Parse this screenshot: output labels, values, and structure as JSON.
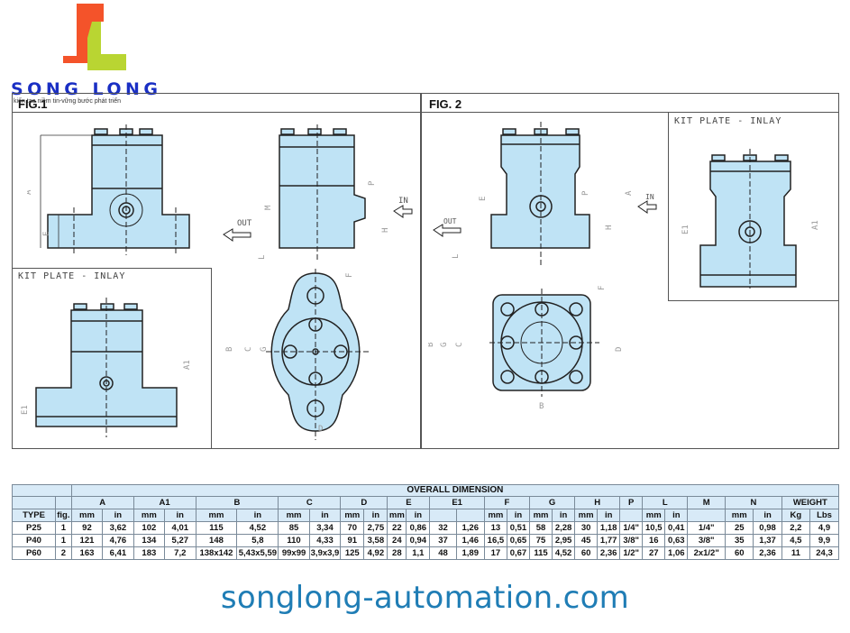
{
  "logo": {
    "brand_name": "SONG LONG",
    "slogan": "kiến tạo niềm tin-vững bước phát triển",
    "colors": {
      "orange": "#f4532a",
      "green": "#b9d532",
      "blue": "#1a2fc4"
    }
  },
  "drawing": {
    "fig1_title": "FIG.1",
    "fig2_title": "FIG. 2",
    "kit_plate_label": "KIT PLATE - INLAY",
    "fill_color": "#bfe3f5",
    "labels": {
      "A": "A",
      "A1": "A1",
      "B": "B",
      "C": "C",
      "D": "D",
      "E": "E",
      "E1": "E1",
      "F": "F",
      "G": "G",
      "H": "H",
      "L": "L",
      "M": "M",
      "P": "P",
      "in": "IN",
      "out": "OUT"
    }
  },
  "table": {
    "title": "OVERALL DIMENSION",
    "group_headers": [
      "A",
      "A1",
      "B",
      "C",
      "D",
      "E",
      "E1",
      "F",
      "G",
      "H",
      "P",
      "L",
      "M",
      "N",
      "WEIGHT"
    ],
    "type_label": "TYPE",
    "fig_label": "fig.",
    "unit_headers": [
      "mm",
      "in",
      "mm",
      "in",
      "mm",
      "in",
      "mm",
      "in",
      "mm",
      "in",
      "mm",
      "in",
      "",
      "",
      "mm",
      "in",
      "mm",
      "in",
      "mm",
      "in",
      "",
      "mm",
      "in",
      "",
      "mm",
      "in",
      "Kg",
      "Lbs"
    ],
    "rows": [
      {
        "type": "P25",
        "fig": "1",
        "values": [
          "92",
          "3,62",
          "102",
          "4,01",
          "115",
          "4,52",
          "85",
          "3,34",
          "70",
          "2,75",
          "22",
          "0,86",
          "32",
          "1,26",
          "13",
          "0,51",
          "58",
          "2,28",
          "30",
          "1,18",
          "1/4\"",
          "10,5",
          "0,41",
          "1/4\"",
          "25",
          "0,98",
          "2,2",
          "4,9"
        ]
      },
      {
        "type": "P40",
        "fig": "1",
        "values": [
          "121",
          "4,76",
          "134",
          "5,27",
          "148",
          "5,8",
          "110",
          "4,33",
          "91",
          "3,58",
          "24",
          "0,94",
          "37",
          "1,46",
          "16,5",
          "0,65",
          "75",
          "2,95",
          "45",
          "1,77",
          "3/8\"",
          "16",
          "0,63",
          "3/8\"",
          "35",
          "1,37",
          "4,5",
          "9,9"
        ]
      },
      {
        "type": "P60",
        "fig": "2",
        "values": [
          "163",
          "6,41",
          "183",
          "7,2",
          "138x142",
          "5,43x5,59",
          "99x99",
          "3,9x3,9",
          "125",
          "4,92",
          "28",
          "1,1",
          "48",
          "1,89",
          "17",
          "0,67",
          "115",
          "4,52",
          "60",
          "2,36",
          "1/2\"",
          "27",
          "1,06",
          "2x1/2\"",
          "60",
          "2,36",
          "11",
          "24,3"
        ]
      }
    ]
  },
  "footer": {
    "url": "songlong-automation.com"
  }
}
